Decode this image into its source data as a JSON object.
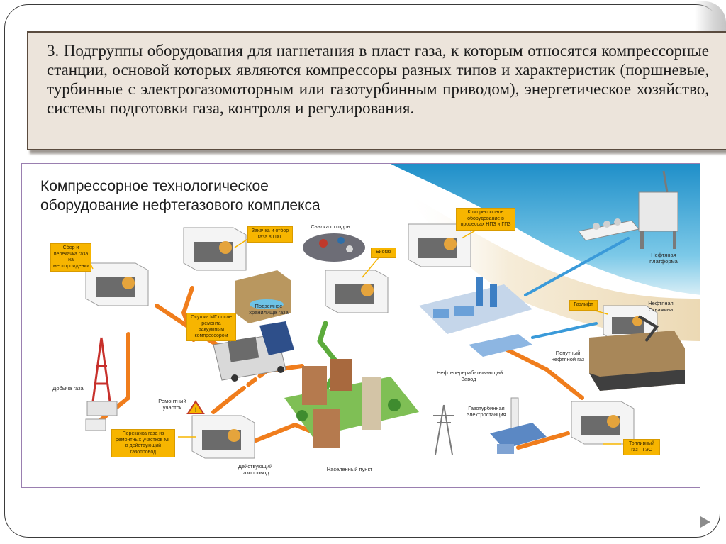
{
  "slide": {
    "text": "3. Подгруппы оборудования для нагнетания в пласт газа, к которым относятся компрессорные станции, основой которых являются компрессоры разных типов и характеристик (поршневые, турбинные с электрогазомоторным или газотурбинным приводом), энергетическое хозяйство, системы подготовки газа, контроля и регулирования."
  },
  "diagram": {
    "title_line1": "Компрессорное технологическое",
    "title_line2": "оборудование нефтегазового комплекса",
    "callouts": {
      "gathering": "Сбор и перекачка газа на месторождении",
      "injection": "Закачка и отбор газа в ПХГ",
      "drying": "Осушка МГ после ремонта вакуумным компрессором",
      "biogas": "Биогаз",
      "refinery_compressor": "Компрессорное оборудование в процессах НПЗ и ГПЗ",
      "gaslift": "Газлифт",
      "repair_transfer": "Перекачка газа из ремонтных участков МГ в действующий газопровод",
      "fuel_gas": "Топливный газ ГТЭС"
    },
    "labels": {
      "waste_dump": "Свалка отходов",
      "underground_storage": "Подземное хранилище газа",
      "gas_production": "Добыча газа",
      "repair_section": "Ремонтный участок",
      "active_pipeline": "Действующий газопровод",
      "settlement": "Населенный пункт",
      "gas_turbine_plant": "Газотурбинная электростанция",
      "refinery": "Нефтеперерабатывающий Завод",
      "associated_gas": "Попутный нефтяной газ",
      "oil_well": "Нефтяная Скважина",
      "oil_platform": "Нефтяная платформа"
    }
  },
  "colors": {
    "pipe_orange": "#f07d1c",
    "pipe_green": "#5cab3c",
    "pipe_blue": "#3a9ad9",
    "callout_yellow": "#f7b500",
    "sea": "#3aa6d6",
    "sand": "#f1e4c9"
  }
}
